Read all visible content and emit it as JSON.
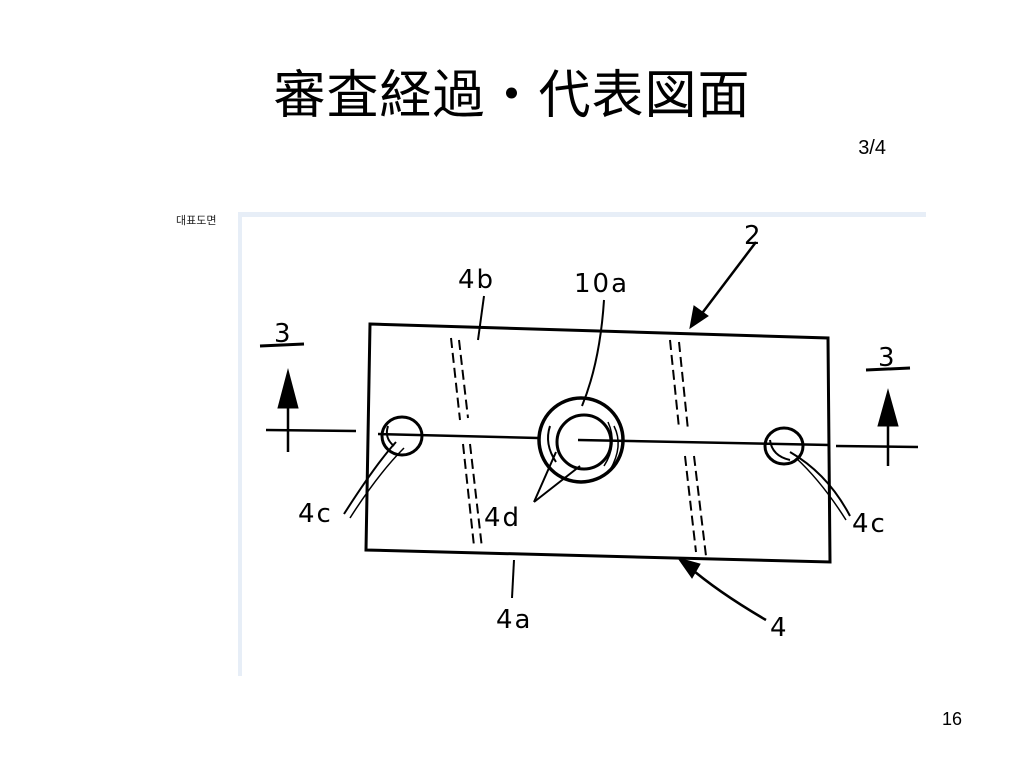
{
  "slide": {
    "title": "審査経過・代表図面",
    "subtitle": "3/4",
    "page_number": "16"
  },
  "figure": {
    "caption": "대표도면",
    "labels": {
      "assembly": "2",
      "plate": "4",
      "edge_bottom": "4a",
      "edge_top": "4b",
      "hole_left": "4c",
      "hole_right": "4c",
      "surface": "4d",
      "center_hole": "10a",
      "section_left": "3",
      "section_right": "3"
    }
  }
}
